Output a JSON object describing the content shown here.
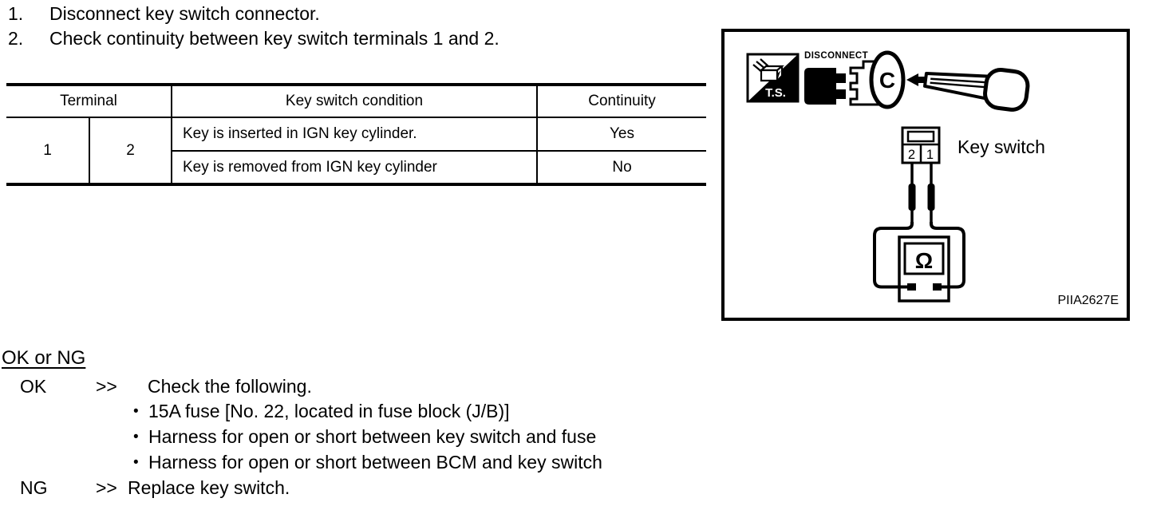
{
  "steps": [
    {
      "num": "1.",
      "text": "Disconnect key switch connector."
    },
    {
      "num": "2.",
      "text": "Check continuity between key switch terminals 1 and 2."
    }
  ],
  "table": {
    "header": {
      "terminal": "Terminal",
      "condition": "Key switch condition",
      "continuity": "Continuity"
    },
    "terminal_1": "1",
    "terminal_2": "2",
    "rows": [
      {
        "condition": "Key is inserted in IGN key cylinder.",
        "continuity": "Yes"
      },
      {
        "condition": "Key is removed from IGN key cylinder",
        "continuity": "No"
      }
    ]
  },
  "figure": {
    "ts_label": "T.S.",
    "disconnect_label": "DISCONNECT",
    "ring_letter": "C",
    "connector_terminal_left": "2",
    "connector_terminal_right": "1",
    "key_switch_label": "Key switch",
    "ohm_symbol": "Ω",
    "figure_code": "PIIA2627E"
  },
  "result": {
    "heading": "OK or NG",
    "ok_label": "OK",
    "ok_arrow": ">>",
    "ok_text": "Check the following.",
    "bullets": [
      "15A fuse [No. 22, located in fuse block (J/B)]",
      "Harness for open or short between key switch and fuse",
      "Harness for open or short between BCM and key switch"
    ],
    "ng_label": "NG",
    "ng_arrow": ">>",
    "ng_text": "Replace key switch."
  },
  "colors": {
    "ink": "#000000",
    "paper": "#ffffff"
  }
}
